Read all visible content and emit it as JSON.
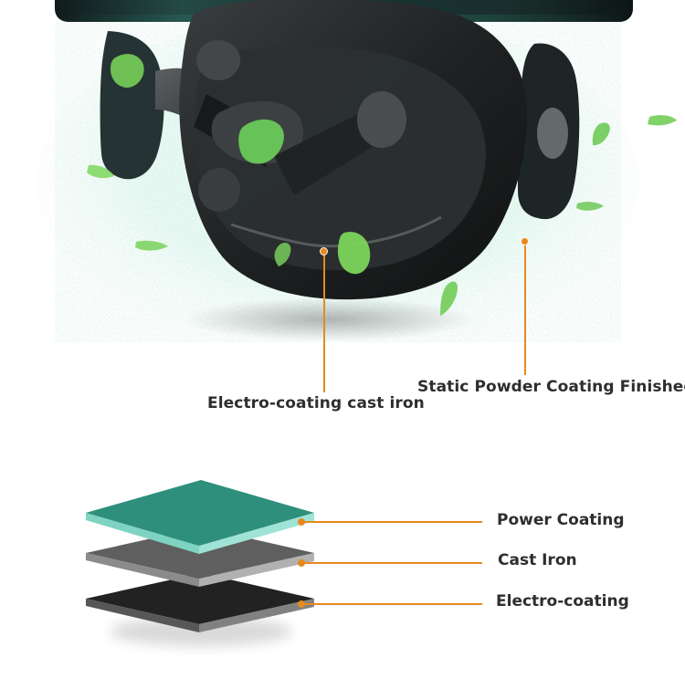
{
  "callouts": {
    "electro_coating_cast_iron": "Electro-coating cast iron",
    "static_powder_coating": "Static Powder Coating Finished"
  },
  "layers": {
    "power_coating": "Power Coating",
    "cast_iron": "Cast Iron",
    "electro_coating": "Electro-coating"
  },
  "colors": {
    "accent_orange": "#e58a1f",
    "layer_top": "#2e8f7d",
    "layer_middle": "#6c6c6c",
    "layer_bottom": "#2b2b2b"
  },
  "icons": {
    "pump": "pump-illustration",
    "leaf": "leaf-icon",
    "layers": "coating-layers-diagram"
  }
}
